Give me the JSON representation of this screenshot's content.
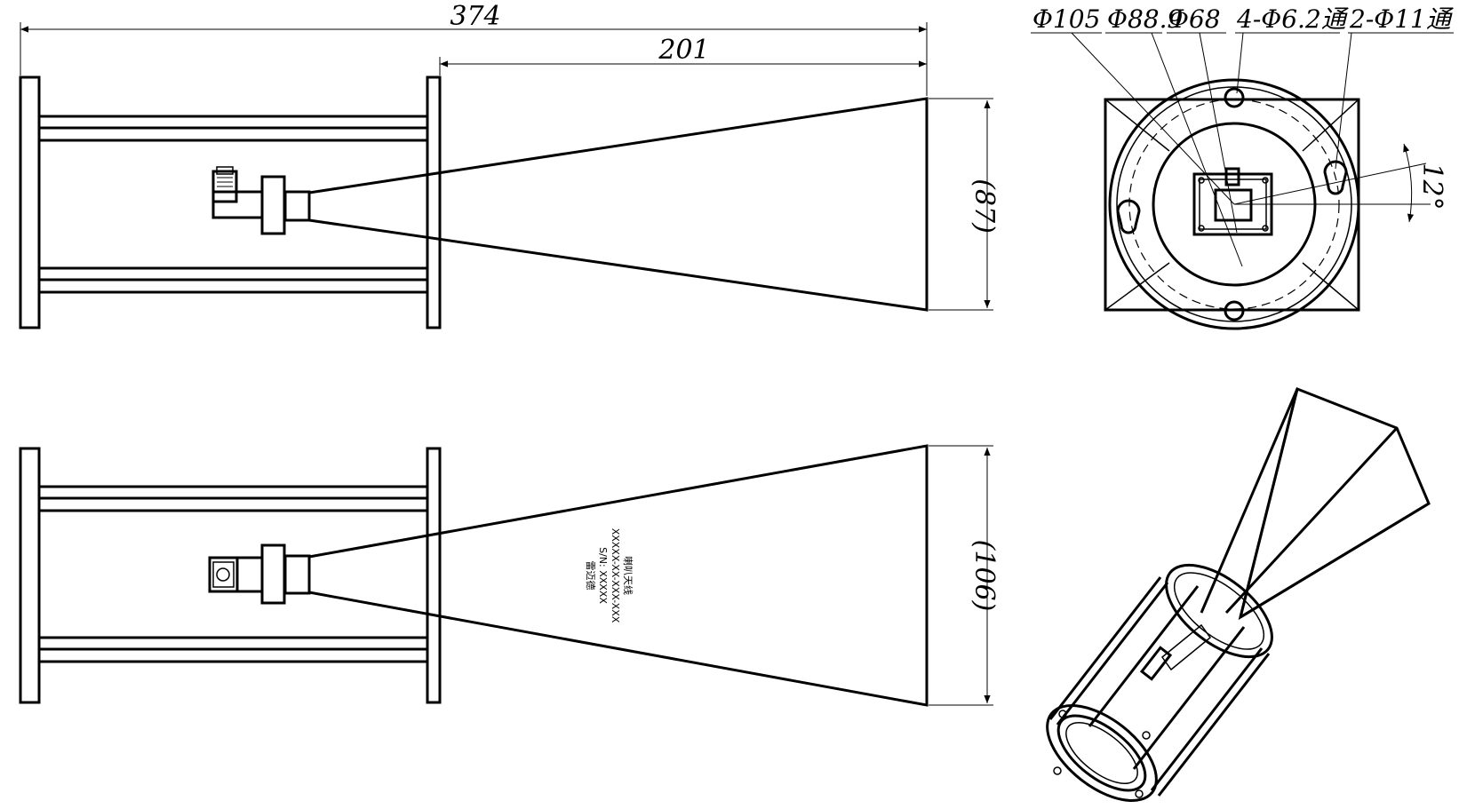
{
  "dimensions": {
    "overall_length": "374",
    "horn_length": "201",
    "aperture_e": "(87)",
    "aperture_h": "(106)",
    "angle": "12°"
  },
  "callouts": {
    "d105": "Φ105",
    "d88_9": "Φ88.9",
    "d68": "Φ68",
    "holes_4": "4-Φ6.2通",
    "holes_2": "2-Φ11通"
  },
  "nameplate": {
    "line1": "喇叭天线",
    "line2": "XXXXX-XX-XXX-XXX",
    "line3": "S/N: XXXXX",
    "line4": "雷迈德"
  }
}
